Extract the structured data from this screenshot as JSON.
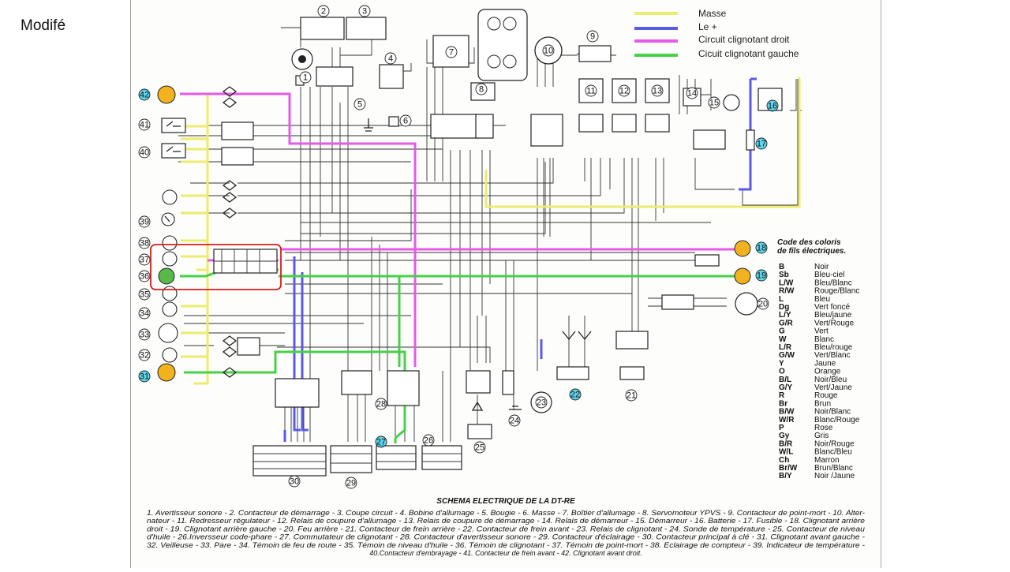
{
  "slide_title": "Modifé",
  "legend": {
    "items": [
      {
        "label": "Masse",
        "color": "#ecec6e"
      },
      {
        "label": "Le +",
        "color": "#5a5ae8"
      },
      {
        "label": "Circuit clignotant droit",
        "color": "#e65ae6"
      },
      {
        "label": "Cicuit clignotant gauche",
        "color": "#48d048"
      }
    ]
  },
  "colors": {
    "highlight": "#28c8e6",
    "lamp": "#f2b21e",
    "lamp_green": "#5ab84a",
    "red_frame": "#d21e1e"
  },
  "color_code": {
    "title_line1": "Code des coloris",
    "title_line2": "de fils électriques.",
    "rows": [
      {
        "code": "B",
        "name": "Noir"
      },
      {
        "code": "Sb",
        "name": "Bleu-ciel"
      },
      {
        "code": "L/W",
        "name": "Bleu/Blanc"
      },
      {
        "code": "R/W",
        "name": "Rouge/Blanc"
      },
      {
        "code": "L",
        "name": "Bleu"
      },
      {
        "code": "Dg",
        "name": "Vert foncé"
      },
      {
        "code": "L/Y",
        "name": "Bleu/jaune"
      },
      {
        "code": "G/R",
        "name": "Vert/Rouge"
      },
      {
        "code": "G",
        "name": "Vert"
      },
      {
        "code": "W",
        "name": "Blanc"
      },
      {
        "code": "L/R",
        "name": "Bleu/rouge"
      },
      {
        "code": "G/W",
        "name": "Vert/Blanc"
      },
      {
        "code": "Y",
        "name": "Jaune"
      },
      {
        "code": "O",
        "name": "Orange"
      },
      {
        "code": "B/L",
        "name": "Noir/Bleu"
      },
      {
        "code": "G/Y",
        "name": "Vert/Jaune"
      },
      {
        "code": "R",
        "name": "Rouge"
      },
      {
        "code": "Br",
        "name": "Brun"
      },
      {
        "code": "B/W",
        "name": "Noir/Blanc"
      },
      {
        "code": "W/R",
        "name": "Blanc/Rouge"
      },
      {
        "code": "P",
        "name": "Rose"
      },
      {
        "code": "Gy",
        "name": "Gris"
      },
      {
        "code": "B/R",
        "name": "Noir/Rouge"
      },
      {
        "code": "W/L",
        "name": "Blanc/Bleu"
      },
      {
        "code": "Ch",
        "name": "Marron"
      },
      {
        "code": "Br/W",
        "name": "Brun/Blanc"
      },
      {
        "code": "B/Y",
        "name": "Noir /Jaune"
      }
    ]
  },
  "schema_title": "SCHEMA ELECTRIQUE DE LA DT-RE",
  "caption_lines": [
    "1. Avertisseur sonore - 2. Contacteur de démarrage - 3. Coupe circuit - 4. Bobine d'allumage - 5. Bougie - 6. Masse - 7. Boîtier d'allumage - 8. Servomoteur YPVS - 9. Contacteur de point-mort - 10. Alter-",
    "nateur - 11. Redresseur régulateur - 12. Relais de coupure d'allumage - 13. Relais de coupure de démarrage - 14. Relais de démarreur - 15. Démarreur - 16. Batterie - 17. Fusible - 18. Clignotant arrière",
    "droit - 19. Clignotant arrière gauche - 20. Feu arrière - 21. Contacteur de frein arrière - 22. Contacteur de frein avant - 23. Relais de clignotant - 24. Sonde de température - 25. Contacteur de niveau",
    "d'huile - 26.Inversseur code-phare - 27. Commutateur de clignotant - 28. Contacteur d'avertisseur sonore - 29. Contacteur d'éclairage - 30. Contacteur principal à clé - 31. Clignotant avant gauche -",
    "32. Veilleuse - 33. Pare - 34. Témoin de feu de route - 35. Témoin de niveau d'huile - 36. Témoin de clignotant - 37. Témoin de point-mort - 38. Eclairage de compteur - 39. Indicateur de température -",
    "40.Contacteur d'embrayage - 41. Contacteur de frein avant - 42. Clignotant avant droit."
  ],
  "components": [
    {
      "n": "1"
    },
    {
      "n": "2"
    },
    {
      "n": "3"
    },
    {
      "n": "4"
    },
    {
      "n": "5"
    },
    {
      "n": "6"
    },
    {
      "n": "7"
    },
    {
      "n": "8"
    },
    {
      "n": "9"
    },
    {
      "n": "10"
    },
    {
      "n": "11"
    },
    {
      "n": "12"
    },
    {
      "n": "13"
    },
    {
      "n": "14"
    },
    {
      "n": "15"
    },
    {
      "n": "16"
    },
    {
      "n": "17"
    },
    {
      "n": "18"
    },
    {
      "n": "19"
    },
    {
      "n": "20"
    },
    {
      "n": "21"
    },
    {
      "n": "22"
    },
    {
      "n": "23"
    },
    {
      "n": "24"
    },
    {
      "n": "25"
    },
    {
      "n": "26"
    },
    {
      "n": "27"
    },
    {
      "n": "28"
    },
    {
      "n": "29"
    },
    {
      "n": "30"
    },
    {
      "n": "31"
    },
    {
      "n": "32"
    },
    {
      "n": "33"
    },
    {
      "n": "34"
    },
    {
      "n": "35"
    },
    {
      "n": "36"
    },
    {
      "n": "37"
    },
    {
      "n": "38"
    },
    {
      "n": "39"
    },
    {
      "n": "40"
    },
    {
      "n": "41"
    },
    {
      "n": "42"
    }
  ]
}
